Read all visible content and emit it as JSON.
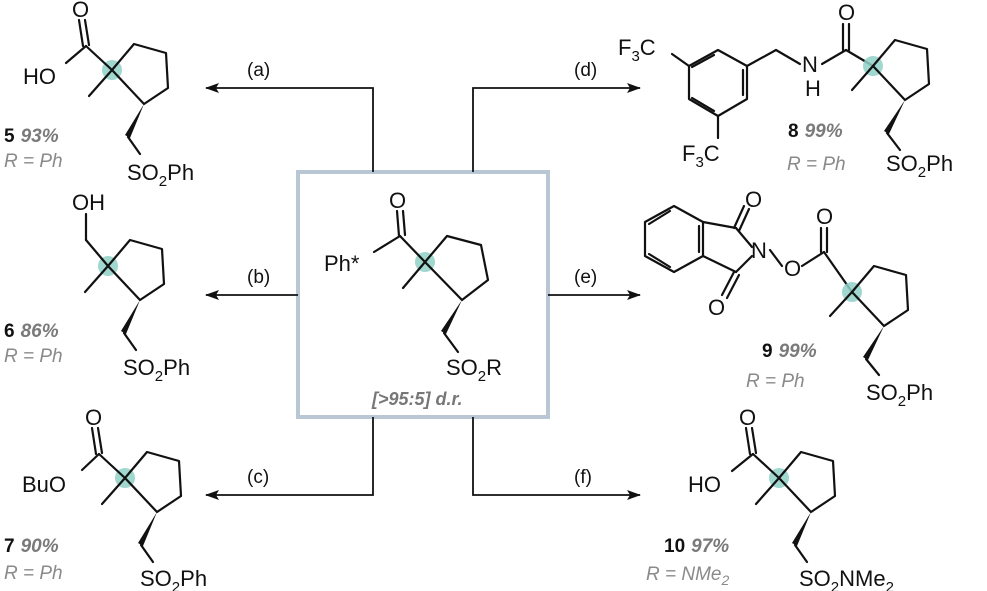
{
  "center": {
    "ph": "Ph*",
    "o": "O",
    "so2r": {
      "so": "SO",
      "two": "2",
      "r": "R"
    },
    "dr": "[>95:5] d.r."
  },
  "conditions": {
    "a": "(a)",
    "b": "(b)",
    "c": "(c)",
    "d": "(d)",
    "e": "(e)",
    "f": "(f)"
  },
  "products": {
    "p5": {
      "num": "5",
      "yield": "93%",
      "r": "R = Ph",
      "ho": "HO",
      "o": "O",
      "so": "SO",
      "two": "2",
      "tail": "Ph"
    },
    "p6": {
      "num": "6",
      "yield": "86%",
      "r": "R = Ph",
      "oh": "OH",
      "so": "SO",
      "two": "2",
      "tail": "Ph"
    },
    "p7": {
      "num": "7",
      "yield": "90%",
      "r": "R = Ph",
      "buo": "BuO",
      "o": "O",
      "so": "SO",
      "two": "2",
      "tail": "Ph"
    },
    "p8": {
      "num": "8",
      "yield": "99%",
      "r": "R = Ph",
      "f3c": "F",
      "three": "3",
      "c": "C",
      "n": "N",
      "h": "H",
      "o": "O",
      "so": "SO",
      "two": "2",
      "tail": "Ph"
    },
    "p9": {
      "num": "9",
      "yield": "99%",
      "r": "R = Ph",
      "n": "N",
      "o": "O",
      "so": "SO",
      "two": "2",
      "tail": "Ph"
    },
    "p10": {
      "num": "10",
      "yield": "97%",
      "r": "R = NMe",
      "rsub": "2",
      "ho": "HO",
      "o": "O",
      "so": "SO",
      "two": "2",
      "tail": "NMe",
      "tailsub": "2"
    }
  },
  "colors": {
    "box": "#b9c6d4",
    "stereocenter": "#8fd0c6",
    "ink": "#111111",
    "gray": "#7a7a7a"
  }
}
